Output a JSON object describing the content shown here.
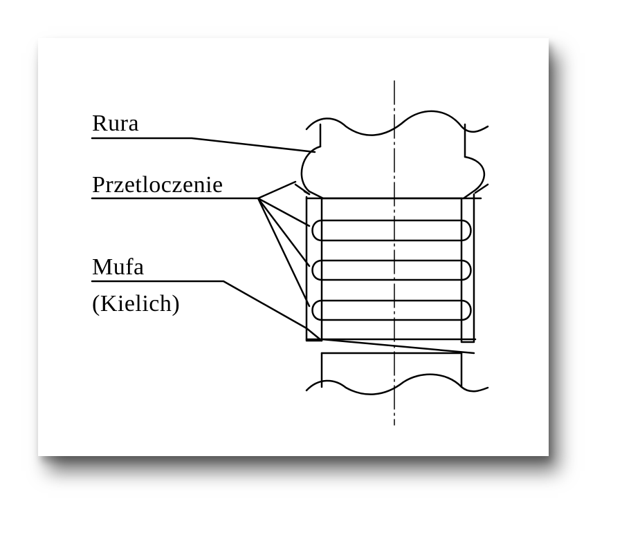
{
  "diagram": {
    "labels": {
      "rura": "Rura",
      "przetloczenie": "Przetloczenie",
      "mufa": "Mufa",
      "kielich": "(Kielich)"
    },
    "colors": {
      "background": "#ffffff",
      "line": "#000000",
      "shadow": "#404040"
    }
  }
}
